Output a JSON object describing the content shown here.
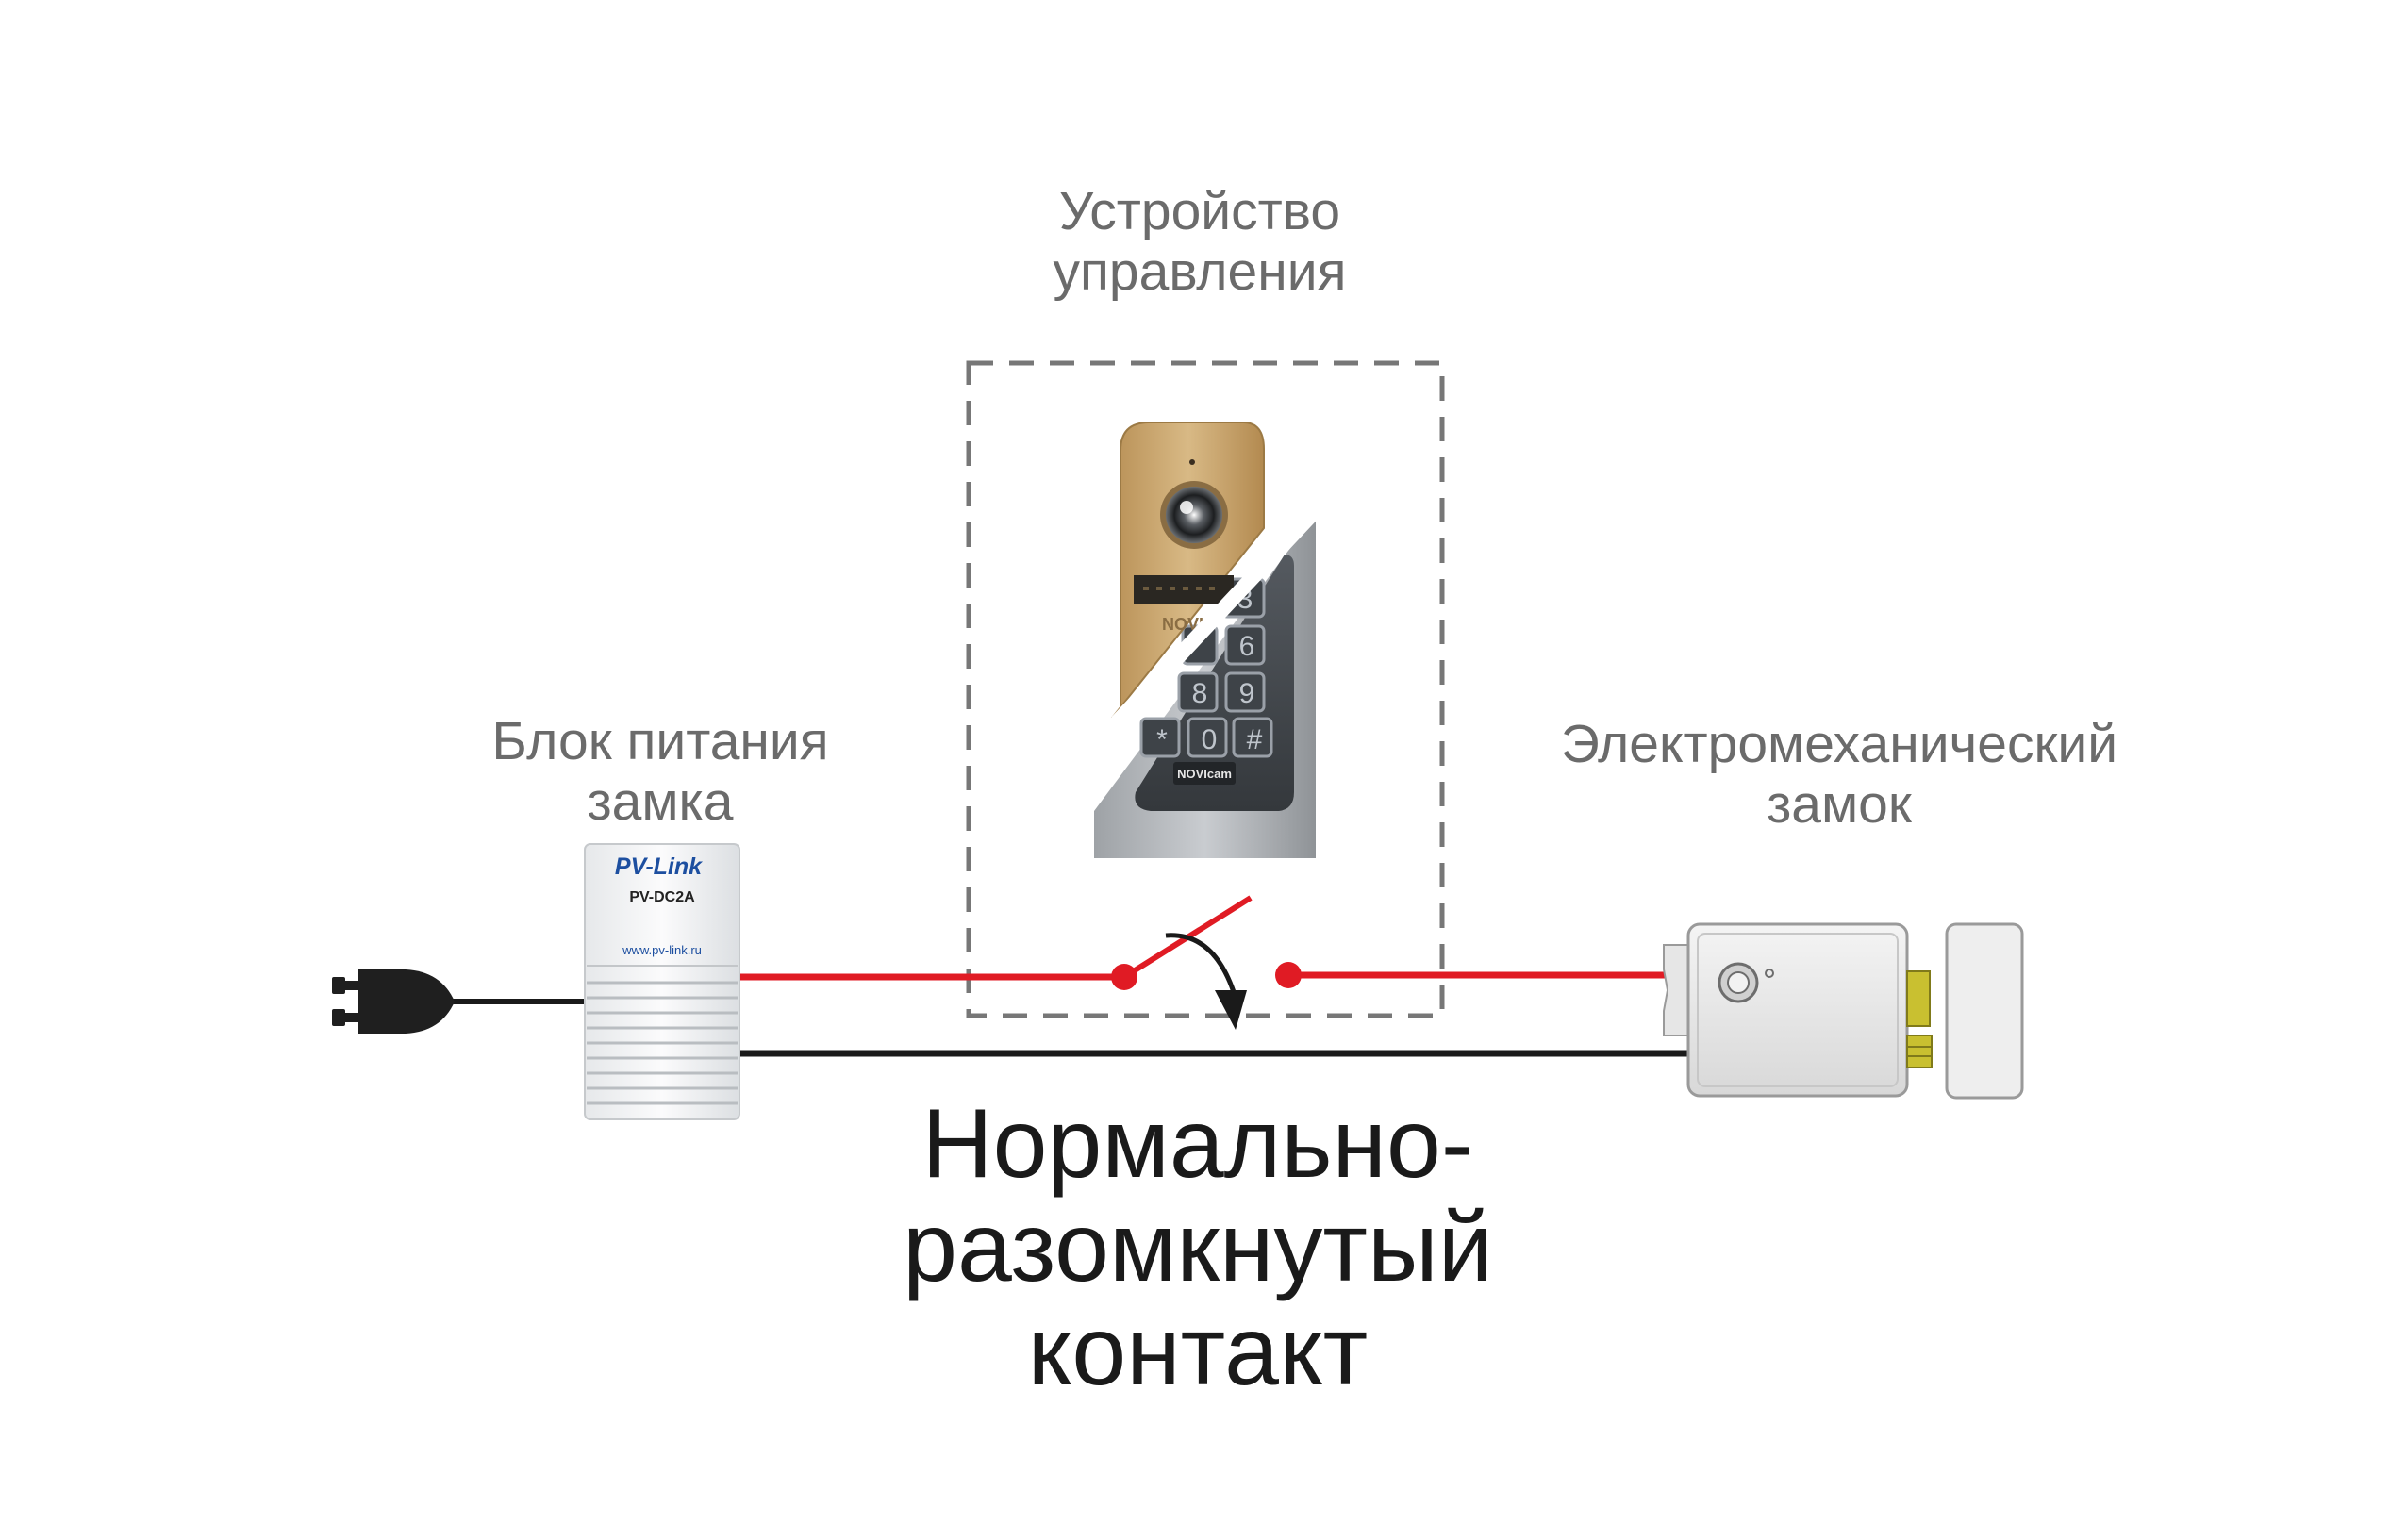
{
  "labels": {
    "control_device": [
      "Устройство",
      "управления"
    ],
    "power_supply": [
      "Блок питания",
      "замка"
    ],
    "lock": [
      "Электромеханический",
      "замок"
    ]
  },
  "caption": [
    "Нормально-",
    "разомкнутый",
    "контакт"
  ],
  "power_supply_device": {
    "brand": "PV-Link",
    "model": "PV-DC2A",
    "url": "www.pv-link.ru"
  },
  "panel_device": {
    "brand_logo": "NOVIcam",
    "keypad_keys": [
      "3",
      "6",
      "8",
      "9",
      "*",
      "0",
      "#"
    ]
  },
  "colors": {
    "wire_positive": "#e01b24",
    "wire_negative": "#1a1a1a",
    "dashed_frame": "#777777",
    "label_text": "#6b6b6b",
    "caption_text": "#1a1a1a",
    "panel_gold": "#c8a66e",
    "panel_silver": "#a9adb1"
  },
  "icons": [
    "plug-icon",
    "switch-contact-icon",
    "arrow-icon",
    "camera-lens-icon"
  ]
}
